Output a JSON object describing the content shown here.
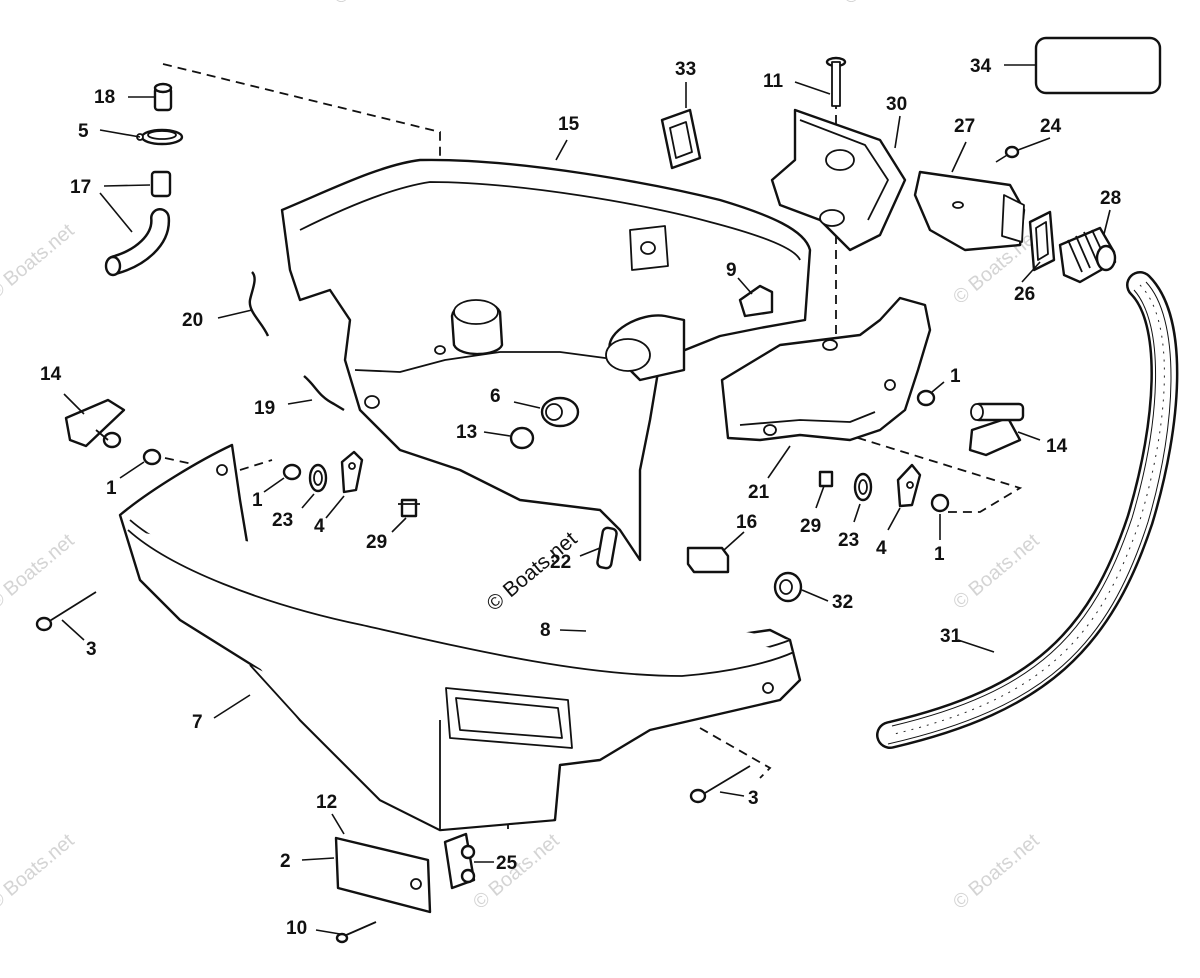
{
  "diagram": {
    "watermark": "© Boats.net",
    "callouts": [
      {
        "id": "c34",
        "label": "34"
      },
      {
        "id": "c33",
        "label": "33"
      },
      {
        "id": "c11",
        "label": "11"
      },
      {
        "id": "c30",
        "label": "30"
      },
      {
        "id": "c27",
        "label": "27"
      },
      {
        "id": "c24",
        "label": "24"
      },
      {
        "id": "c28",
        "label": "28"
      },
      {
        "id": "c26",
        "label": "26"
      },
      {
        "id": "c18",
        "label": "18"
      },
      {
        "id": "c5",
        "label": "5"
      },
      {
        "id": "c17",
        "label": "17"
      },
      {
        "id": "c15",
        "label": "15"
      },
      {
        "id": "c9",
        "label": "9"
      },
      {
        "id": "c20",
        "label": "20"
      },
      {
        "id": "c14a",
        "label": "14"
      },
      {
        "id": "c19",
        "label": "19"
      },
      {
        "id": "c6",
        "label": "6"
      },
      {
        "id": "c13",
        "label": "13"
      },
      {
        "id": "c1a",
        "label": "1"
      },
      {
        "id": "c1b",
        "label": "1"
      },
      {
        "id": "c23a",
        "label": "23"
      },
      {
        "id": "c4a",
        "label": "4"
      },
      {
        "id": "c29a",
        "label": "29"
      },
      {
        "id": "c22",
        "label": "22"
      },
      {
        "id": "c16",
        "label": "16"
      },
      {
        "id": "c21",
        "label": "21"
      },
      {
        "id": "c29b",
        "label": "29"
      },
      {
        "id": "c23b",
        "label": "23"
      },
      {
        "id": "c4b",
        "label": "4"
      },
      {
        "id": "c1c",
        "label": "1"
      },
      {
        "id": "c1d",
        "label": "1"
      },
      {
        "id": "c14b",
        "label": "14"
      },
      {
        "id": "c3a",
        "label": "3"
      },
      {
        "id": "c32",
        "label": "32"
      },
      {
        "id": "c8",
        "label": "8"
      },
      {
        "id": "c31",
        "label": "31"
      },
      {
        "id": "c7",
        "label": "7"
      },
      {
        "id": "c3b",
        "label": "3"
      },
      {
        "id": "c12",
        "label": "12"
      },
      {
        "id": "c2",
        "label": "2"
      },
      {
        "id": "c25",
        "label": "25"
      },
      {
        "id": "c10",
        "label": "10"
      }
    ]
  }
}
